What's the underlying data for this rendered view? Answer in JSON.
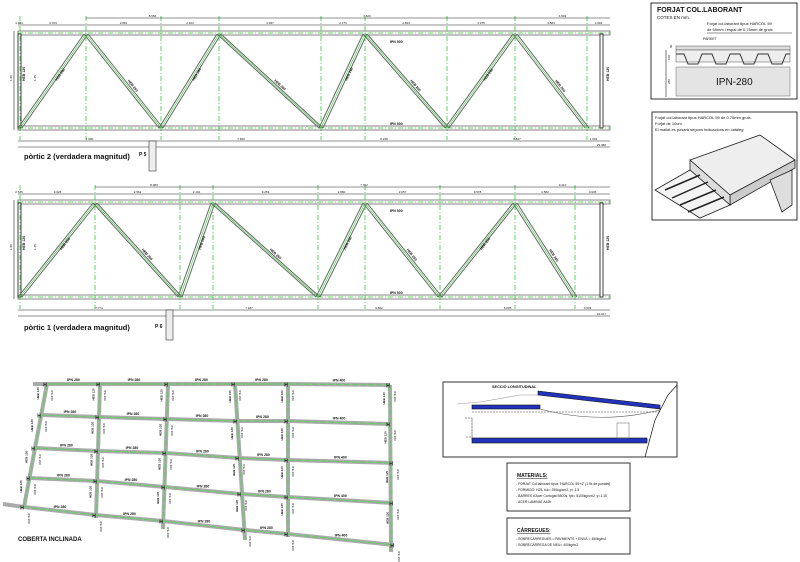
{
  "portic2": {
    "title": "pòrtic 2 (verdadera magnitud)",
    "pillar": "P 5",
    "chord_top": "IPN 500",
    "chord_bottom": "IPN 500",
    "diagonal": "HEB 260",
    "end_post": "HEB 120",
    "height_outer": "1.80",
    "height_inner": "1.45",
    "dims_top_overall": [
      "8.566",
      "7.620",
      "4.602"
    ],
    "dims_top": [
      "3.384",
      "3.703",
      "2.861",
      "2.102",
      "3.037",
      "2.171",
      "4.693",
      "3.375",
      "3.583",
      "1.004"
    ],
    "dims_bottom": [
      "7.900",
      "7.600",
      "8.238",
      "6.847",
      "1.004"
    ],
    "total": "29.380"
  },
  "portic1": {
    "title": "pòrtic 1 (verdadera magnitud)",
    "pillar": "P 6",
    "chord_top": "IPN 500",
    "chord_bottom": "IPN 500",
    "diagonal": "HEB 260",
    "end_post": "HEB 120",
    "height_outer": "1.80",
    "height_inner": "1.45",
    "dims_top_overall": [
      "8.083",
      "7.702",
      "3.210"
    ],
    "dims_top": [
      "2.575",
      "3.026",
      "2.562",
      "2.101",
      "3.253",
      "2.880",
      "2.057",
      "3.578",
      "2.582",
      "0.945"
    ],
    "dims_bottom": [
      "7.774",
      "7.187",
      "9.602",
      "6.005",
      "0.949"
    ],
    "total": "31.317"
  },
  "roof": {
    "title": "COBERTA INCLINADA",
    "beam_a": "IPN 280",
    "beam_b": "IPN 400",
    "purlin": "HEB 120",
    "column": "IPE 200"
  },
  "forjat": {
    "title": "FORJAT COL.LABORANT",
    "subtitle": "COTES EN mm.",
    "note_line1": "Forjat col.laborant tipus HARCOL 59",
    "note_line2": "de 59mm i espai de 0.75mm de gruix",
    "parket": "PARKET",
    "beam": "IPN-280",
    "dim_a": "60",
    "dim_b": "100",
    "dim_c": "280"
  },
  "iso": {
    "line1": "Forjat col.laborant tipus HARCOL 59 de 0.75mm gruix.",
    "line2": "Forjat de 10cm.",
    "line3": "El mallat es posarà segons indicacions en catàleg"
  },
  "section": {
    "title": "SECCIÓ LONGITUDINAL"
  },
  "materials": {
    "title": "MATERIALS:",
    "items": [
      "- FORJAT Col.laborant tipus \"HARCOL 59+4\" (1 fix de puntals)",
      "- FORMIGÓ: H25, fck= 250kg/cm2,  γ= 1.5",
      "- BARRES d'Acer Corrugat B500s, fyk= 5100kg/cm2,  γ=1.15",
      "- ACER LAMINAT A42b"
    ]
  },
  "loads": {
    "title": "CÀRREGUES:",
    "items": [
      "- SOBRECÀRREGUES = PAVIMENTS + ENVÀ = 450kg/m2",
      "- SOBRECÀRREGA  DE NEU= 400kg/m2."
    ]
  }
}
